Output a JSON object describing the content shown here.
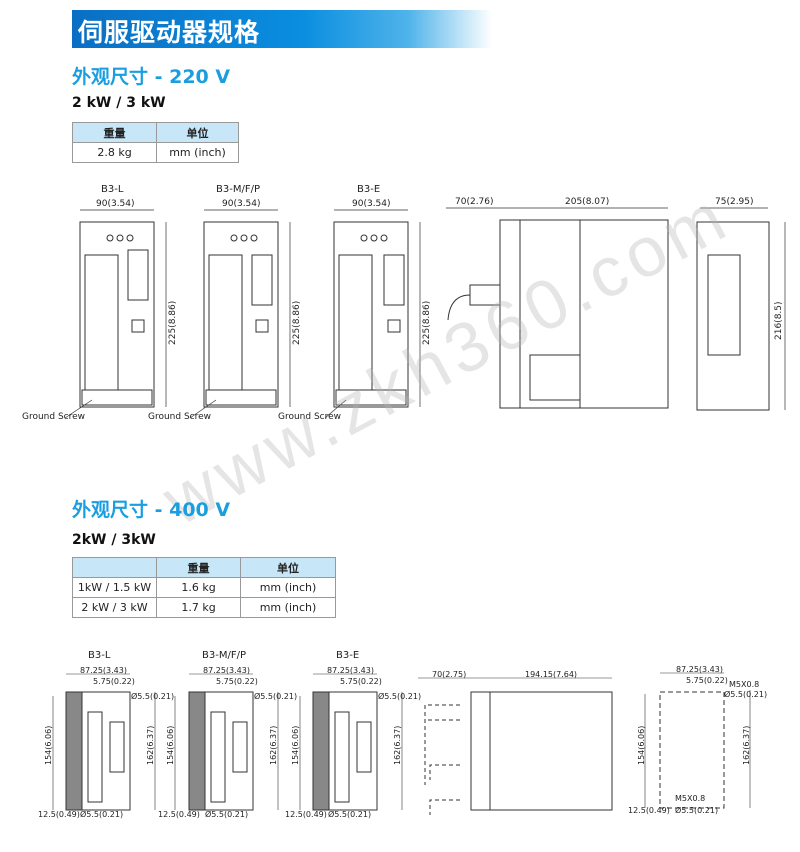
{
  "title": "伺服驱动器规格",
  "watermark": "www.zkh360.com",
  "s220": {
    "subtitle": "外观尺寸 - 220 V",
    "power": "2 kW / 3 kW",
    "table": {
      "headers": [
        "重量",
        "单位"
      ],
      "rows": [
        [
          "2.8 kg",
          "mm (inch)"
        ]
      ]
    },
    "models": [
      "B3-L",
      "B3-M/F/P",
      "B3-E"
    ],
    "width_dim": "90(3.54)",
    "height_dim": "225(8.86)",
    "ground": "Ground Screw",
    "side_depth_front": "70(2.76)",
    "side_depth": "205(8.07)",
    "rear_width": "75(2.95)",
    "rear_height": "216(8.5)"
  },
  "s400": {
    "subtitle": "外观尺寸 - 400 V",
    "power": "2kW / 3kW",
    "table": {
      "headers": [
        "",
        "重量",
        "单位"
      ],
      "rows": [
        [
          "1kW / 1.5 kW",
          "1.6 kg",
          "mm (inch)"
        ],
        [
          "2 kW / 3 kW",
          "1.7 kg",
          "mm (inch)"
        ]
      ]
    },
    "models": [
      "B3-L",
      "B3-M/F/P",
      "B3-E"
    ],
    "width_dim": "87.25(3.43)",
    "offset_dim": "5.75(0.22)",
    "hole_dim": "Ø5.5(0.21)",
    "height_inner": "154(6.06)",
    "height_outer": "162(6.37)",
    "bottom_dim": "12.5(0.49)",
    "side_front": "70(2.75)",
    "side_depth": "194.15(7.64)",
    "screw": "M5X0.8"
  }
}
